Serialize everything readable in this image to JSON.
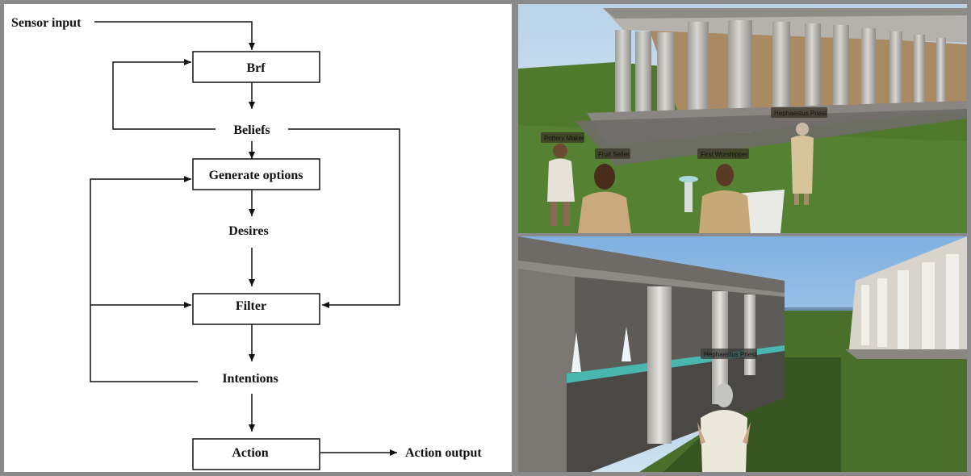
{
  "diagram": {
    "sensor_input": "Sensor input",
    "brf": "Brf",
    "beliefs": "Beliefs",
    "generate_options": "Generate options",
    "desires": "Desires",
    "filter": "Filter",
    "intentions": "Intentions",
    "action": "Action",
    "action_output": "Action output"
  },
  "scene_top": {
    "labels": {
      "pottery_maker": "Pottery Maker",
      "fruit_seller": "Fruit Seller",
      "first_worshipper": "First Worshipper",
      "hephaestus_priest": "Hephaestus Priest"
    },
    "colors": {
      "sky": "#cfe0ee",
      "grass": "#4f7a2e",
      "column": "#c9c7c2",
      "wall": "#a98a62"
    }
  },
  "scene_bottom": {
    "labels": {
      "hephaestus_priest": "Hephaestus Priest"
    },
    "colors": {
      "sky": "#9fc4e6",
      "grass": "#4a6f2a",
      "wall": "#8c8a85",
      "water": "#4ab6b0"
    }
  }
}
